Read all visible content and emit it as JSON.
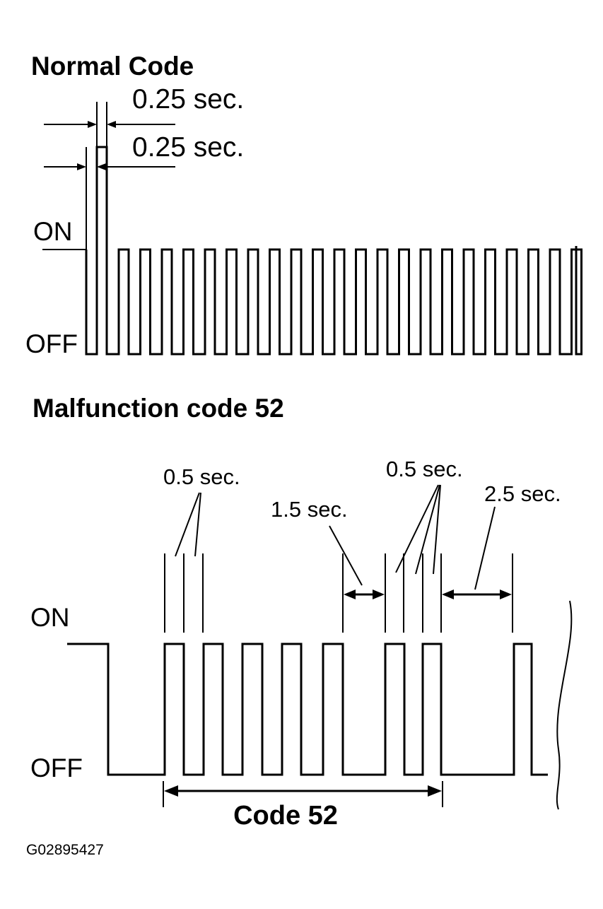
{
  "normal": {
    "title": "Normal Code",
    "on_label": "ON",
    "off_label": "OFF",
    "pulse_on_label": "0.25 sec.",
    "pulse_off_label": "0.25 sec."
  },
  "malfunction": {
    "title": "Malfunction code 52",
    "on_label": "ON",
    "off_label": "OFF",
    "first_digit_pulse_label": "0.5 sec.",
    "digit_gap_label": "1.5 sec.",
    "second_digit_pulse_label": "0.5 sec.",
    "repeat_gap_label": "2.5 sec.",
    "code_label": "Code 52"
  },
  "figure_id": "G02895427"
}
